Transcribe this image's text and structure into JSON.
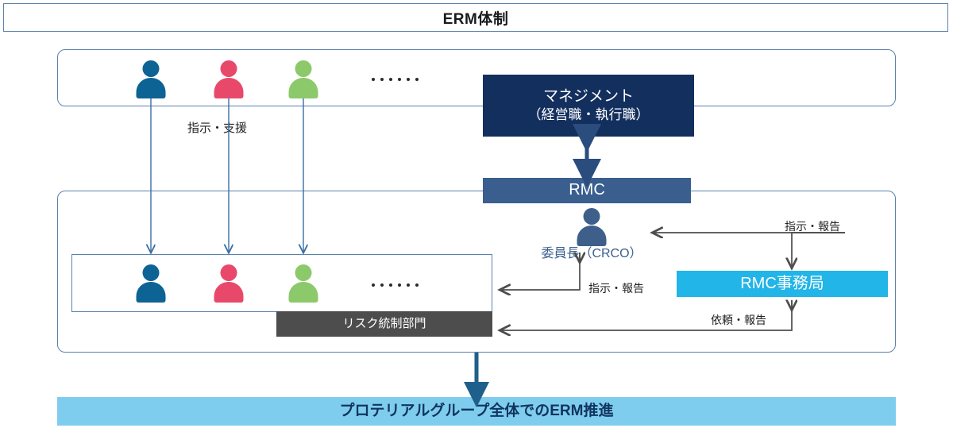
{
  "title": {
    "text": "ERM体制"
  },
  "top_section": {
    "people": [
      {
        "name": "person-blue",
        "color": "#0d6394"
      },
      {
        "name": "person-pink",
        "color": "#e8496a"
      },
      {
        "name": "person-green",
        "color": "#8cc96a"
      }
    ],
    "ellipsis": "……"
  },
  "boxes": {
    "management": {
      "line1": "マネジメント",
      "line2": "（経営職・執行職）",
      "color": "#132f5e"
    },
    "rmc": {
      "label": "RMC",
      "color": "#3a5f8f"
    },
    "secretariat": {
      "label": "RMC事務局",
      "color": "#21b5e8"
    },
    "risk_control": {
      "label": "リスク統制部門",
      "color": "#4d4d4d"
    },
    "banner": {
      "label": "プロテリアルグループ全体でのERM推進",
      "color": "#7fcdee"
    }
  },
  "chairman": {
    "caption": "委員長（CRCO）",
    "icon_color": "#3d5f8a",
    "text_color": "#3a5f8f"
  },
  "mid_section": {
    "people": [
      {
        "name": "person-blue",
        "color": "#0d6394"
      },
      {
        "name": "person-pink",
        "color": "#e8496a"
      },
      {
        "name": "person-green",
        "color": "#8cc96a"
      }
    ],
    "ellipsis": "……"
  },
  "connector_labels": {
    "shiji_shien": "指示・支援",
    "shiji_houkoku_secretariat": "指示・報告",
    "shiji_houkoku_crco": "指示・報告",
    "irai_houkoku": "依頼・報告"
  },
  "colors": {
    "panel_border": "#5b82ad",
    "thin_arrow": "#3a6ea5",
    "dark_arrow": "#4d4d4d",
    "thick_arrow": "#1f5f8b"
  }
}
